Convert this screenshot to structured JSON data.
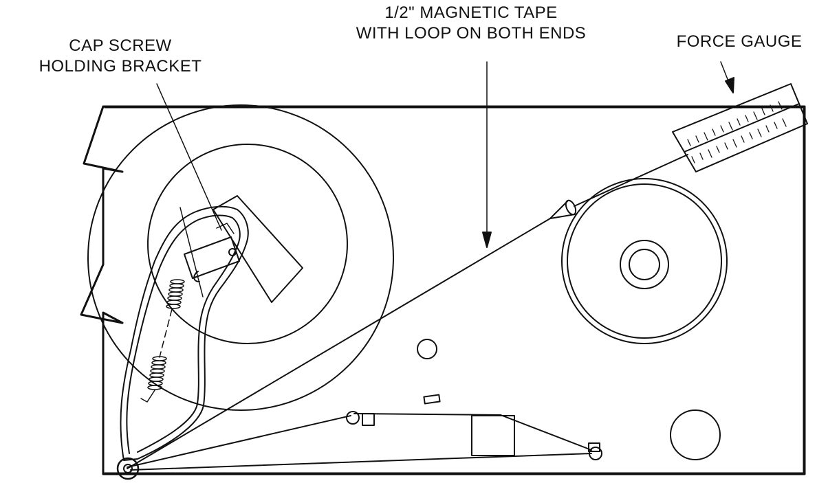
{
  "labels": {
    "cap_screw_line1": "CAP SCREW",
    "cap_screw_line2": "HOLDING BRACKET",
    "tape_line1": "1/2\" MAGNETIC TAPE",
    "tape_line2": "WITH LOOP ON BOTH ENDS",
    "force_gauge": "FORCE GAUGE"
  },
  "colors": {
    "ink": "#111111",
    "background": "#ffffff"
  }
}
